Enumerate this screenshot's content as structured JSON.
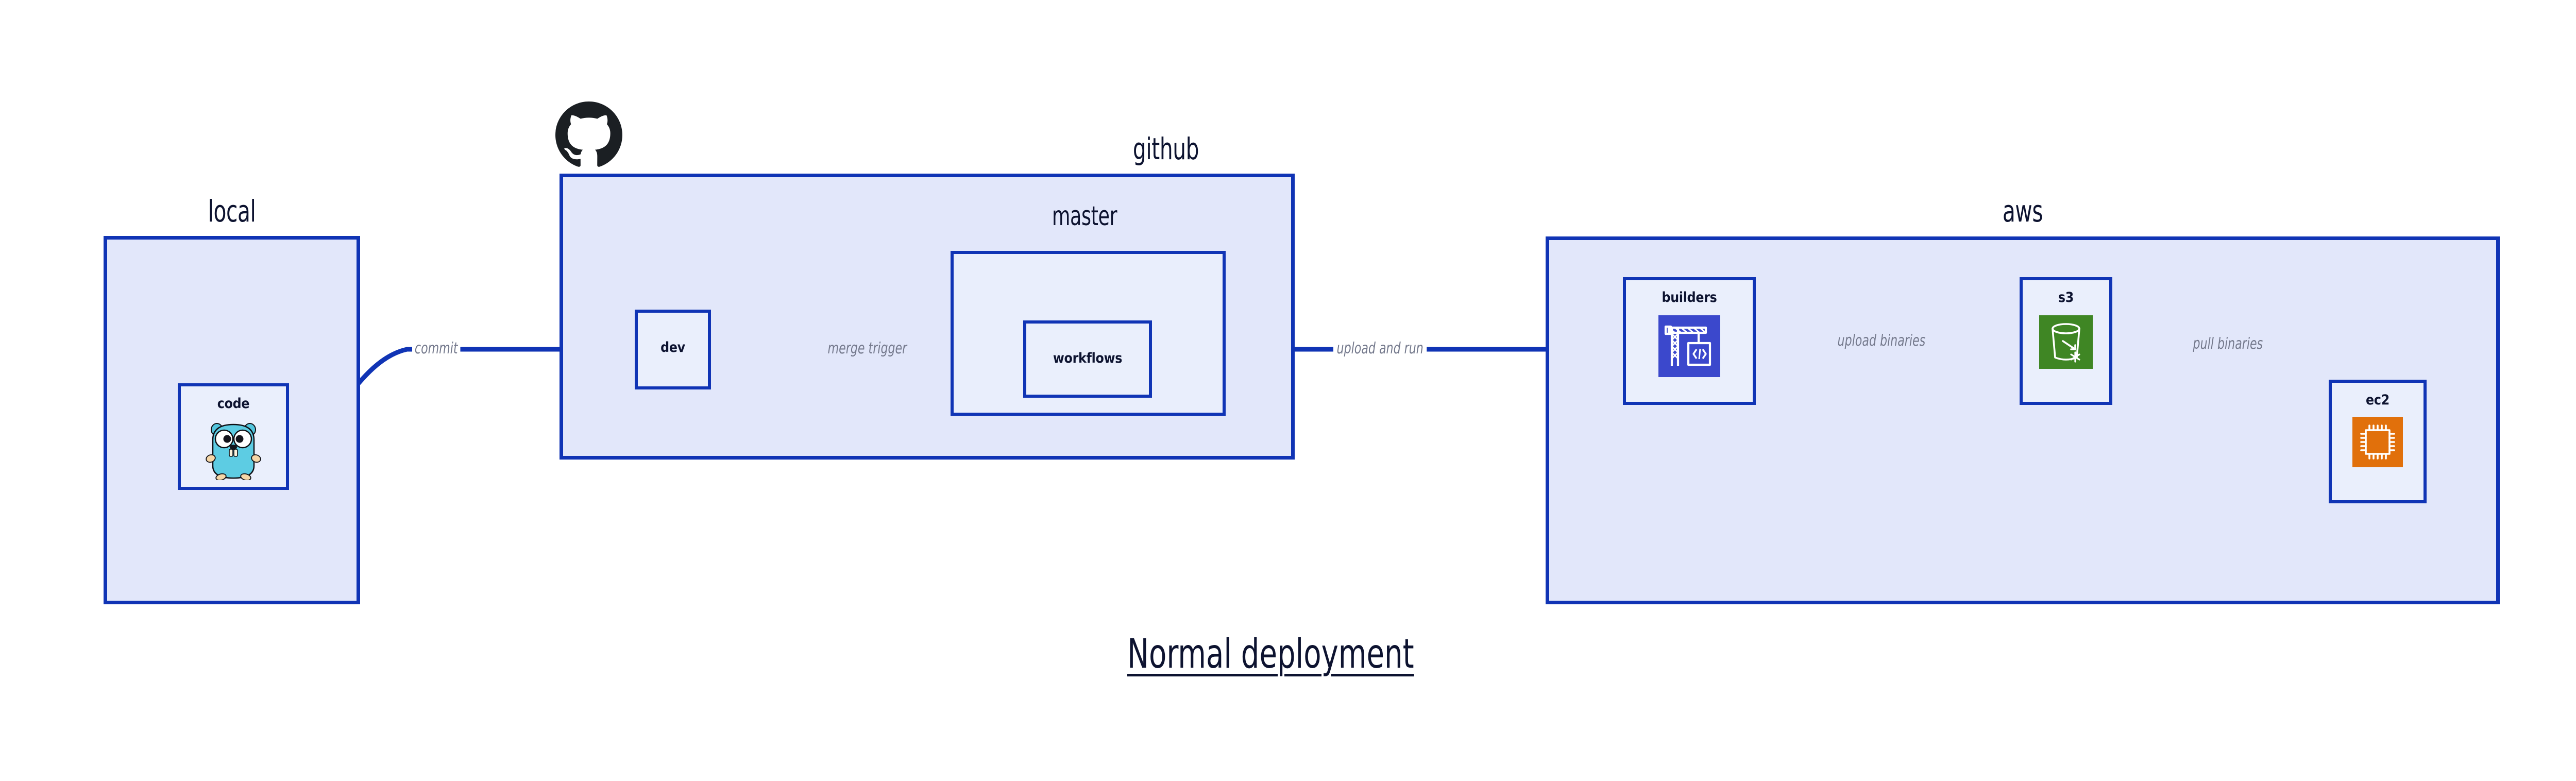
{
  "diagram": {
    "caption": "Normal deployment",
    "accent_color": "#1034b5",
    "group_fill": "#e2e7fa",
    "node_fill": "#eaeffc",
    "label_color": "#0d1330",
    "edge_label_color": "#74798c"
  },
  "groups": [
    {
      "id": "local",
      "label": "local"
    },
    {
      "id": "github",
      "label": "github"
    },
    {
      "id": "aws",
      "label": "aws"
    }
  ],
  "subgroups": [
    {
      "id": "master",
      "label": "master",
      "parent": "github"
    }
  ],
  "nodes": [
    {
      "id": "code",
      "label": "code",
      "group": "local",
      "icon": "go-gopher-icon",
      "icon_color": "#5dc9e2"
    },
    {
      "id": "dev",
      "label": "dev",
      "group": "github",
      "icon": "none",
      "icon_color": ""
    },
    {
      "id": "workflows",
      "label": "workflows",
      "group": "master",
      "icon": "none",
      "icon_color": ""
    },
    {
      "id": "builders",
      "label": "builders",
      "group": "aws",
      "icon": "aws-codebuild-icon",
      "icon_color": "#3b48cc"
    },
    {
      "id": "s3",
      "label": "s3",
      "group": "aws",
      "icon": "aws-s3-icon",
      "icon_color": "#3f8624"
    },
    {
      "id": "ec2",
      "label": "ec2",
      "group": "aws",
      "icon": "aws-ec2-icon",
      "icon_color": "#e1700b"
    }
  ],
  "edges": [
    {
      "id": "commit",
      "from": "code",
      "to": "dev",
      "label": "commit"
    },
    {
      "id": "merge-trigger",
      "from": "dev",
      "to": "workflows",
      "label": "merge trigger"
    },
    {
      "id": "upload-and-run",
      "from": "workflows",
      "to": "builders",
      "label": "upload and run"
    },
    {
      "id": "upload-binaries",
      "from": "builders",
      "to": "s3",
      "label": "upload binaries"
    },
    {
      "id": "pull-binaries",
      "from": "s3",
      "to": "ec2",
      "label": "pull binaries"
    }
  ],
  "logos": [
    {
      "id": "github-octocat",
      "name": "github-logo-icon",
      "color": "#1b1f23"
    }
  ]
}
